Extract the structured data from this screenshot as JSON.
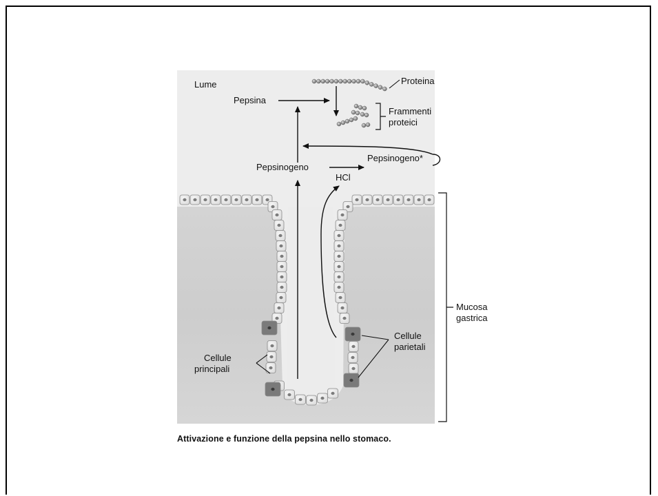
{
  "diagram": {
    "labels": {
      "lumen": "Lume",
      "protein": "Proteina",
      "pepsin": "Pepsina",
      "fragments_line1": "Frammenti",
      "fragments_line2": "proteici",
      "pepsinogen": "Pepsinogeno",
      "pepsinogen_star": "Pepsinogeno*",
      "hcl": "HCl",
      "mucosa_line1": "Mucosa",
      "mucosa_line2": "gastrica",
      "chief_line1": "Cellule",
      "chief_line2": "principali",
      "parietal_line1": "Cellule",
      "parietal_line2": "parietali"
    },
    "caption": "Attivazione e funzione della pepsina nello stomaco."
  }
}
